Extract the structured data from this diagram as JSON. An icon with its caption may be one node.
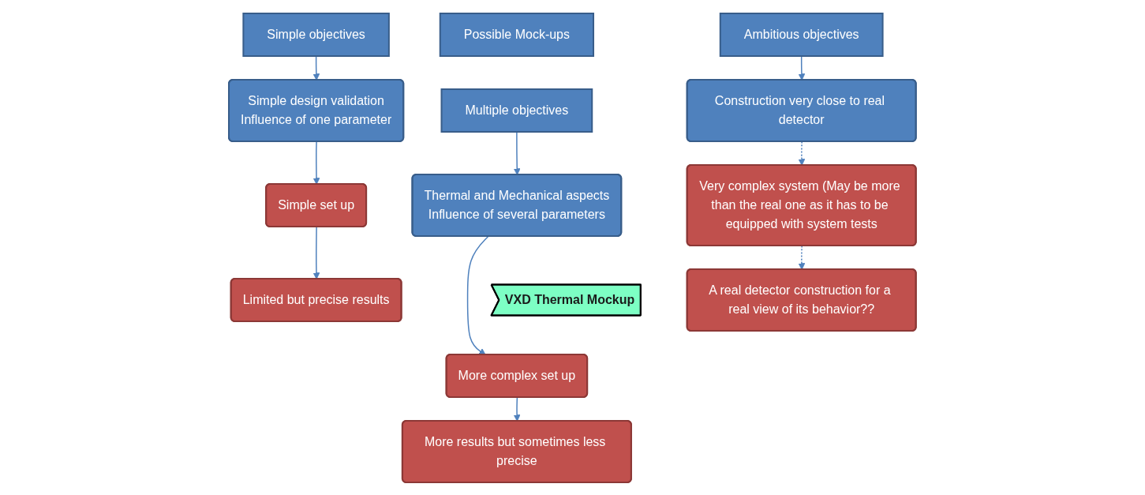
{
  "diagram": {
    "nodes": [
      {
        "text": [
          "Possible Mock-ups"
        ]
      },
      {
        "text": [
          "Simple objectives"
        ]
      },
      {
        "text": [
          "Multiple objectives"
        ]
      },
      {
        "text": [
          "Ambitious objectives"
        ]
      },
      {
        "text": [
          "Simple design validation",
          "Influence of one parameter"
        ]
      },
      {
        "text": [
          "Thermal and Mechanical aspects",
          "Influence of several parameters"
        ]
      },
      {
        "text": [
          "Construction very close to real detector"
        ]
      },
      {
        "text": [
          "VXD Thermal Mockup"
        ]
      },
      {
        "text": [
          "Simple set up"
        ]
      },
      {
        "text": [
          "More complex set up"
        ]
      },
      {
        "text": [
          "Very complex system (May be more than the real one as it has to be equipped with system tests"
        ]
      },
      {
        "text": [
          "Limited but precise results"
        ]
      },
      {
        "text": [
          "More results but sometimes less precise"
        ]
      },
      {
        "text": [
          "A real detector construction for a real view of its behavior??"
        ]
      }
    ],
    "edges": [
      {
        "from": 1,
        "to": 4,
        "arrow": "to"
      },
      {
        "from": 4,
        "to": 8,
        "arrow": "to"
      },
      {
        "from": 8,
        "to": 11,
        "arrow": "to"
      },
      {
        "from": 2,
        "to": 5,
        "arrow": "to"
      },
      {
        "from": 5,
        "to": 9,
        "arrow": "to"
      },
      {
        "from": 9,
        "to": 12,
        "arrow": "to"
      },
      {
        "from": 3,
        "to": 6,
        "arrow": "to"
      },
      {
        "from": 6,
        "to": 10,
        "arrow": "to",
        "style": "dashed"
      },
      {
        "from": 10,
        "to": 13,
        "arrow": "to",
        "style": "dashed"
      }
    ]
  }
}
